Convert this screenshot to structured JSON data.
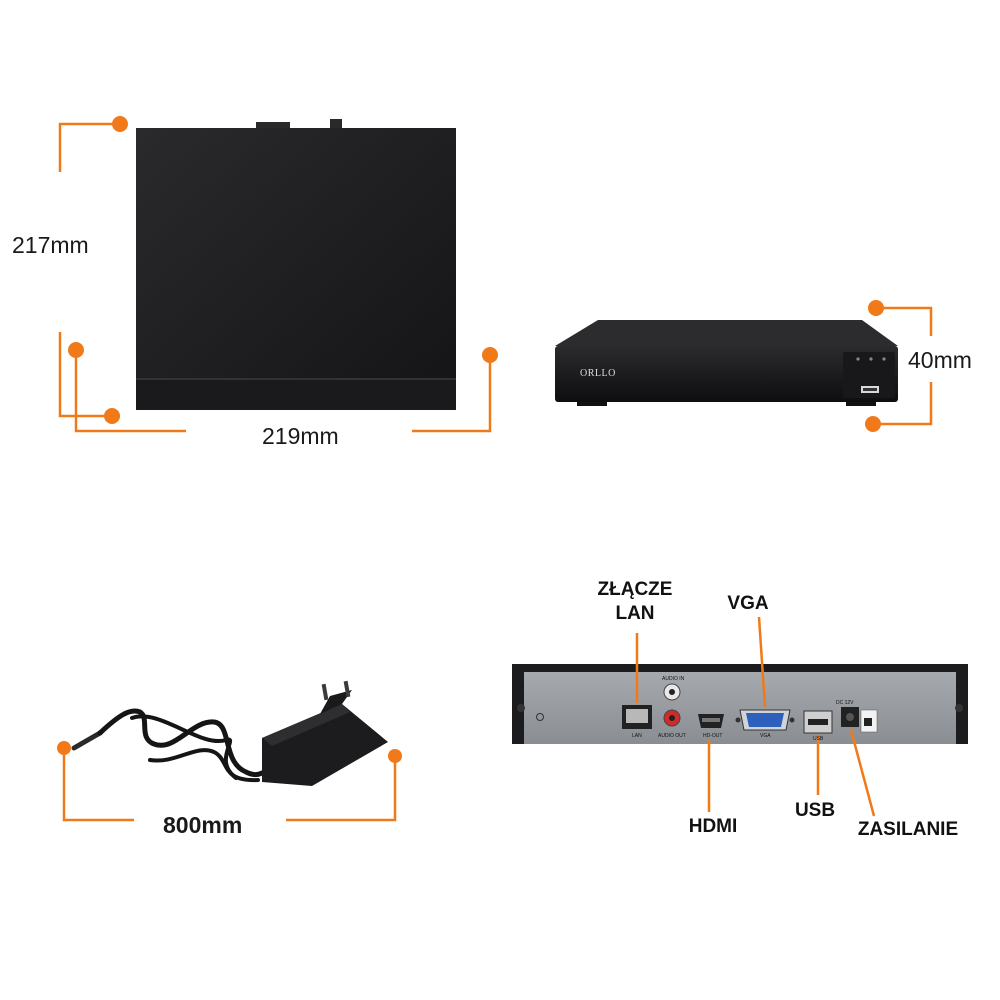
{
  "dimensions": {
    "depth": "217mm",
    "width": "219mm",
    "height": "40mm",
    "cable": "800mm"
  },
  "brand": "ORLLO",
  "connectors": {
    "lan": "ZŁĄCZE\nLAN",
    "vga": "VGA",
    "hdmi": "HDMI",
    "usb": "USB",
    "power": "ZASILANIE"
  },
  "panel_labels": {
    "lan": "LAN",
    "audio_in": "AUDIO IN",
    "audio_out": "AUDIO OUT",
    "hdmi": "HD-OUT",
    "vga": "VGA",
    "usb": "USB",
    "power": "DC 12V"
  },
  "colors": {
    "accent": "#f07a1a",
    "device": "#1c1c1e",
    "panel": "#9a9ea3"
  }
}
